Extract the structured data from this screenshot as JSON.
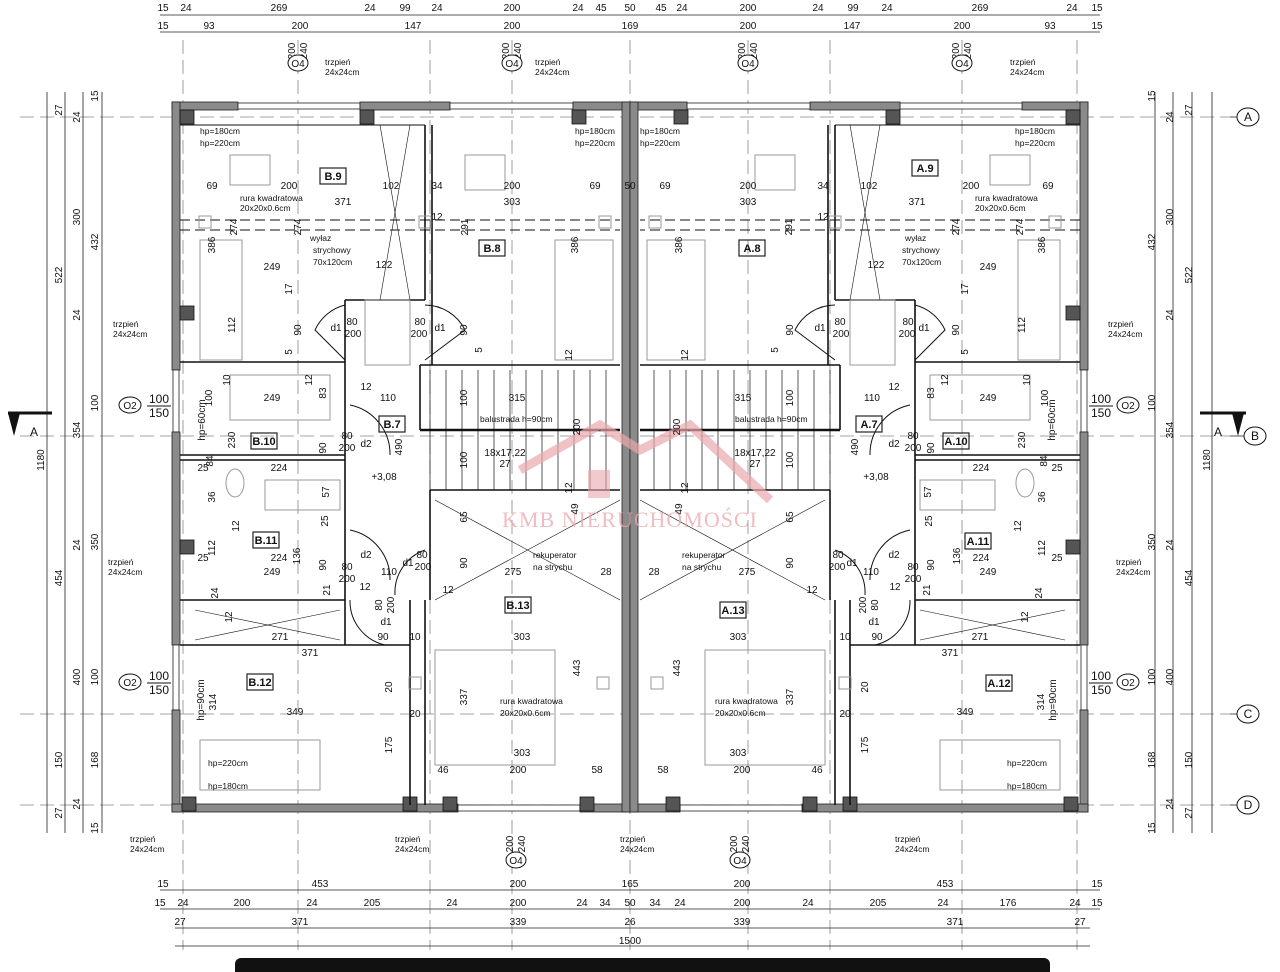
{
  "title": "Floor plan – attic level, semi-detached house (units A and B)",
  "colors": {
    "wall": "#8a8a8a",
    "pillar": "#5a5a5a",
    "line": "#111111",
    "grid": "#777777",
    "watermark": "#e9a7ad"
  },
  "dimensions": {
    "top_row1": [
      "15",
      "24",
      "269",
      "24",
      "99",
      "24",
      "200",
      "24",
      "45",
      "50",
      "45",
      "24",
      "200",
      "24",
      "99",
      "24",
      "269",
      "24",
      "15"
    ],
    "top_row2": [
      "15",
      "93",
      "200",
      "147",
      "200",
      "169",
      "200",
      "147",
      "200",
      "93",
      "15"
    ],
    "bottom_row1": [
      "15",
      "453",
      "200",
      "165",
      "200",
      "453",
      "15"
    ],
    "bottom_row2": [
      "15",
      "24",
      "200",
      "24",
      "205",
      "24",
      "200",
      "24",
      "34",
      "50",
      "34",
      "24",
      "200",
      "24",
      "205",
      "24",
      "176",
      "24",
      "15"
    ],
    "bottom_row3": [
      "27",
      "371",
      "339",
      "26",
      "339",
      "371",
      "27"
    ],
    "bottom_total": "1500",
    "left_col1": [
      "27",
      "522",
      "454",
      "150",
      "27"
    ],
    "left_col2": [
      "24",
      "300",
      "24",
      "354",
      "24",
      "400",
      "24"
    ],
    "left_col3": [
      "15",
      "432",
      "100",
      "350",
      "100",
      "168",
      "15"
    ],
    "total_height": "1180",
    "right_col1": [
      "15",
      "432",
      "100",
      "350",
      "100",
      "168",
      "15"
    ],
    "right_col2": [
      "24",
      "300",
      "24",
      "354",
      "24",
      "400",
      "24"
    ],
    "right_col3": [
      "27",
      "522",
      "454",
      "150",
      "27"
    ]
  },
  "grid_axes": [
    "A",
    "B",
    "C",
    "D"
  ],
  "section_marker": "A",
  "openings": {
    "top_window": {
      "code": "O4",
      "width": "200",
      "height": "240"
    },
    "side_window": {
      "code": "O2",
      "width": "100",
      "height": "150"
    }
  },
  "pillar_note": {
    "line1": "trzpień",
    "line2": "24x24cm"
  },
  "rooms": {
    "B7": "B.7",
    "B8": "B.8",
    "B9": "B.9",
    "B10": "B.10",
    "B11": "B.11",
    "B12": "B.12",
    "B13": "B.13",
    "A7": "A.7",
    "A8": "A.8",
    "A9": "A.9",
    "A10": "A.10",
    "A11": "A.11",
    "A12": "A.12",
    "A13": "A.13"
  },
  "interior_labels": [
    "hp=180cm",
    "hp=220cm",
    "69",
    "200",
    "102",
    "371",
    "34",
    "200",
    "303",
    "69",
    "50",
    "rura kwadratowa",
    "20x20x0.6cm",
    "12",
    "274",
    "274",
    "386",
    "291",
    "386",
    "wyłaz",
    "strychowy",
    "70x120cm",
    "249",
    "122",
    "17",
    "112",
    "90",
    "5",
    "d1",
    "80",
    "200",
    "80",
    "200",
    "d1",
    "90",
    "5",
    "12",
    "hp=180cm",
    "hp=220cm",
    "10",
    "12",
    "83",
    "12",
    "110",
    "249",
    "100",
    "hp=60cm",
    "230",
    "315",
    "balustrada h=90cm",
    "100",
    "200",
    "80",
    "200",
    "d2",
    "90",
    "490",
    "84",
    "25",
    "224",
    "100",
    "18x17,22",
    "27",
    "+3,08",
    "57",
    "36",
    "12",
    "49",
    "65",
    "25",
    "12",
    "112",
    "136",
    "25",
    "224",
    "249",
    "80",
    "200",
    "d2",
    "90",
    "110",
    "d1",
    "80",
    "200",
    "90",
    "275",
    "rekuperator",
    "na strychu",
    "28",
    "12",
    "12",
    "21",
    "24",
    "12",
    "80",
    "200",
    "d1",
    "271",
    "90",
    "10",
    "303",
    "371",
    "443",
    "hp=90cm",
    "314",
    "20",
    "337",
    "rura kwadratowa",
    "20x20x0.6cm",
    "349",
    "20",
    "175",
    "hp=220cm",
    "303",
    "46",
    "200",
    "58",
    "hp=180cm"
  ],
  "watermark": "KMB NIERUCHOMOŚCI"
}
